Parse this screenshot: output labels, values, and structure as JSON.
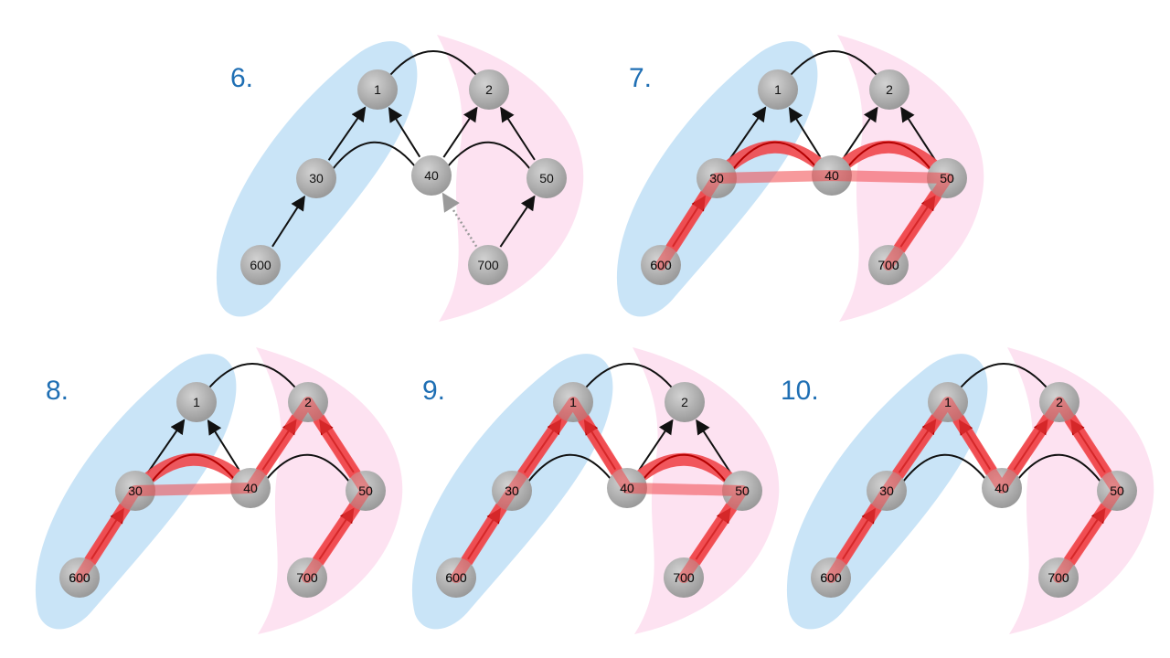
{
  "colors": {
    "left_region": "#c9e4f7",
    "right_region": "#fde2f1",
    "node_fill": "#a9a9a9",
    "node_text": "#111111",
    "edge": "#111111",
    "dashed_edge": "#9a9a9a",
    "highlight": "#f0474b",
    "highlight_line": "#b40000",
    "panel_number": "#1f6fb4"
  },
  "node_labels": {
    "n1": "1",
    "n2": "2",
    "n30": "30",
    "n40": "40",
    "n50": "50",
    "n600": "600",
    "n700": "700"
  },
  "panels": [
    {
      "number": "6.",
      "highlight_path": [],
      "show_dashed_edge": true
    },
    {
      "number": "7.",
      "highlight_path": [
        "n600",
        "n30",
        "n40",
        "n50",
        "n700"
      ],
      "show_dashed_edge": false
    },
    {
      "number": "8.",
      "highlight_path": [
        "n600",
        "n30",
        "n40",
        "n2",
        "n50",
        "n700"
      ],
      "show_dashed_edge": false
    },
    {
      "number": "9.",
      "highlight_path": [
        "n600",
        "n30",
        "n1",
        "n40",
        "n50",
        "n700"
      ],
      "show_dashed_edge": false
    },
    {
      "number": "10.",
      "highlight_path": [
        "n600",
        "n30",
        "n1",
        "n40",
        "n2",
        "n50",
        "n700"
      ],
      "show_dashed_edge": false
    }
  ]
}
